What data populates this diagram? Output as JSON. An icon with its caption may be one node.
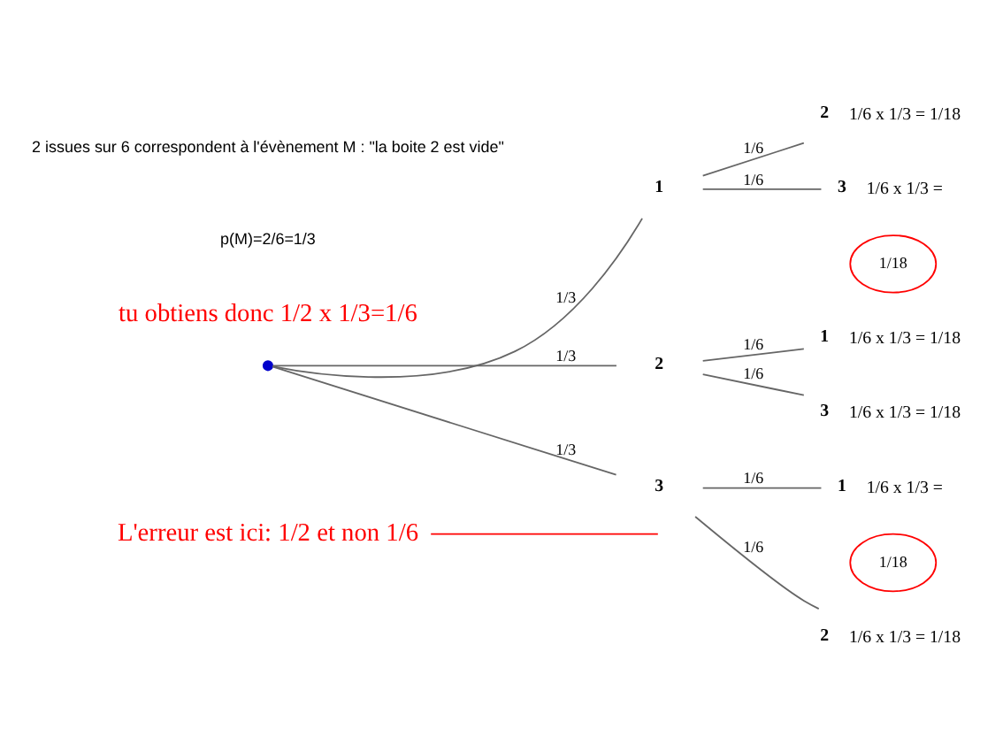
{
  "diagram": {
    "nodes": [
      {
        "text": [
          "L'erreur est ici: 1/2 et non 1/6"
        ]
      },
      {
        "text": [],
        "shape": "circle"
      },
      {
        "text": [
          "1"
        ]
      },
      {
        "text": [
          "2"
        ],
        "beside": [
          "1/6 x 1/3 = 1/18"
        ]
      },
      {
        "text": [
          "3"
        ],
        "beside": [
          "1/6 x 1/3 ="
        ]
      },
      {
        "text": [
          "1/18"
        ]
      },
      {
        "text": [
          "2"
        ]
      },
      {
        "text": [
          "1"
        ],
        "beside": [
          "1/6 x 1/3 = 1/18"
        ]
      },
      {
        "text": [
          "3"
        ],
        "beside": [
          "1/6 x 1/3 = 1/18"
        ]
      },
      {
        "text": [
          "3"
        ]
      },
      {
        "text": [
          "1"
        ],
        "beside": [
          "1/6 x 1/3 ="
        ]
      },
      {
        "text": [
          "1/18"
        ]
      },
      {
        "text": [
          "2"
        ],
        "beside": [
          "1/6 x 1/3 = 1/18"
        ]
      }
    ],
    "edges": [
      {
        "from": 0,
        "to": null,
        "arrow": "none",
        "color": "#ff0000"
      },
      {
        "from": 1,
        "to": 2,
        "arrow": "none",
        "label": "1/3"
      },
      {
        "from": 2,
        "to": 3,
        "arrow": "none",
        "label": "1/6"
      },
      {
        "from": 2,
        "to": 4,
        "arrow": "none",
        "label": "1/6"
      },
      {
        "from": 1,
        "to": 6,
        "arrow": "none",
        "label": "1/3"
      },
      {
        "from": 6,
        "to": 7,
        "arrow": "none",
        "label": "1/6"
      },
      {
        "from": 6,
        "to": 8,
        "arrow": "none",
        "label": "1/6"
      },
      {
        "from": 1,
        "to": 9,
        "arrow": "none",
        "label": "1/3"
      },
      {
        "from": 9,
        "to": 10,
        "arrow": "none",
        "label": "1/6"
      },
      {
        "from": 9,
        "to": 12,
        "arrow": "none",
        "label": "1/6"
      }
    ],
    "labels": [
      "tu obtiens donc 1/2 x 1/3=1/6",
      "2 issues sur 6 correspondent à l'évènement M : \"la boite 2 est vide\"",
      "p(M)=2/6=1/3"
    ]
  }
}
